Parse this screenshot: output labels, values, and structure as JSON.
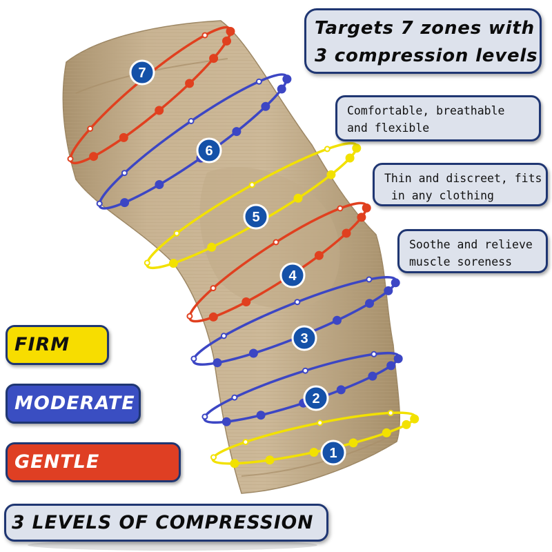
{
  "headline": {
    "line1": "Targets 7 zones with",
    "line2": "3 compression levels"
  },
  "benefits": [
    {
      "line1": "Comfortable, breathable",
      "line2": "and flexible"
    },
    {
      "line1": "Thin and discreet, fits",
      "line2": " in any clothing"
    },
    {
      "line1": "Soothe and relieve",
      "line2": "muscle soreness"
    }
  ],
  "levels": {
    "firm": {
      "label": "FIRM",
      "color": "#f7dd00"
    },
    "moderate": {
      "label": "MODERATE",
      "color": "#3a4ec2"
    },
    "gentle": {
      "label": "GENTLE",
      "color": "#df3f23"
    }
  },
  "footer": {
    "label": "3 LEVELS OF COMPRESSION"
  },
  "zones": [
    {
      "number": "1",
      "level": "firm",
      "color": "#f2e100"
    },
    {
      "number": "2",
      "level": "moderate",
      "color": "#3c46c4"
    },
    {
      "number": "3",
      "level": "moderate",
      "color": "#3c46c4"
    },
    {
      "number": "4",
      "level": "gentle",
      "color": "#e0401f"
    },
    {
      "number": "5",
      "level": "firm",
      "color": "#f2e100"
    },
    {
      "number": "6",
      "level": "moderate",
      "color": "#3c46c4"
    },
    {
      "number": "7",
      "level": "gentle",
      "color": "#e0401f"
    }
  ],
  "product": {
    "sleeve_color": "#c8b392",
    "badge_color": "#1451a8"
  }
}
